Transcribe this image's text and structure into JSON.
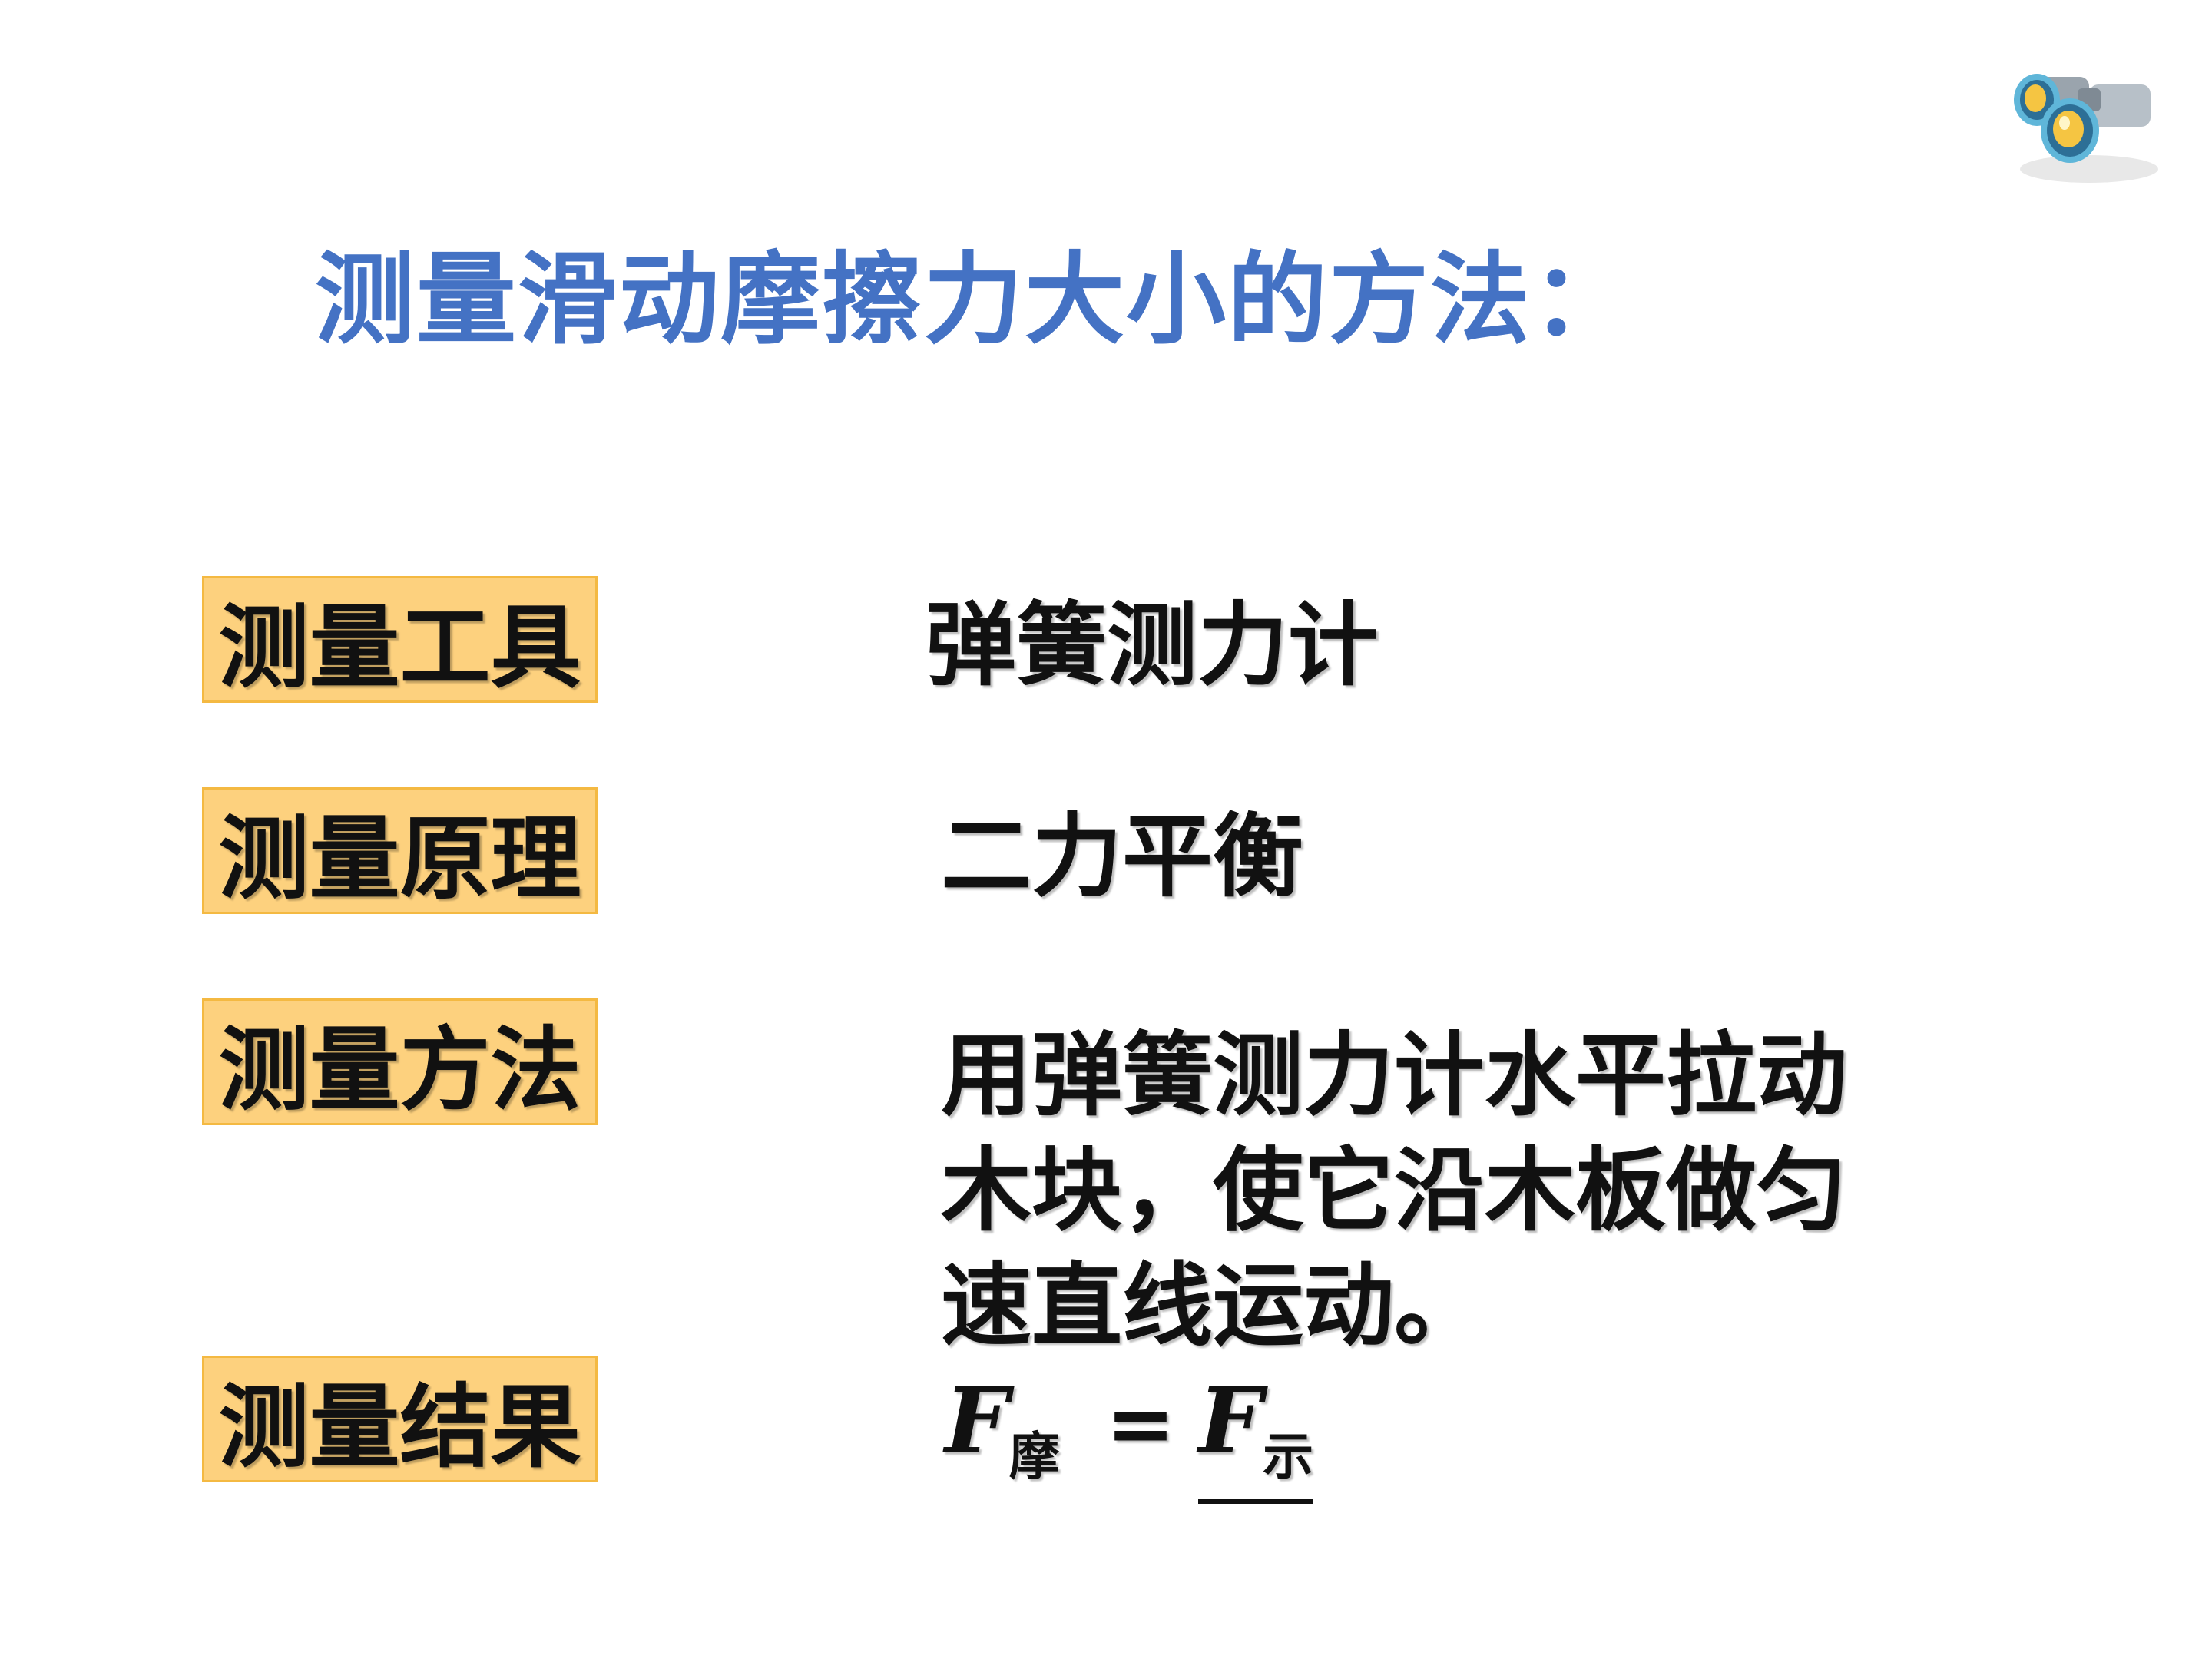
{
  "title": "测量滑动摩擦力大小的方法：",
  "rows": [
    {
      "label": "测量工具",
      "value": "弹簧测力计"
    },
    {
      "label": "测量原理",
      "value": "二力平衡"
    },
    {
      "label": "测量方法",
      "value_lines": [
        "用弹簧测力计水平拉动",
        "木块，使它沿木板做匀",
        "速直线运动。"
      ]
    },
    {
      "label": "测量结果"
    }
  ],
  "formula": {
    "left_symbol": "F",
    "left_subscript": "摩",
    "equals": "=",
    "right_symbol": "F",
    "right_subscript": "示"
  },
  "icon": "binoculars-icon",
  "colors": {
    "title": "#4472c4",
    "label_fill": "#fdd17e",
    "label_border": "#f4b942"
  }
}
